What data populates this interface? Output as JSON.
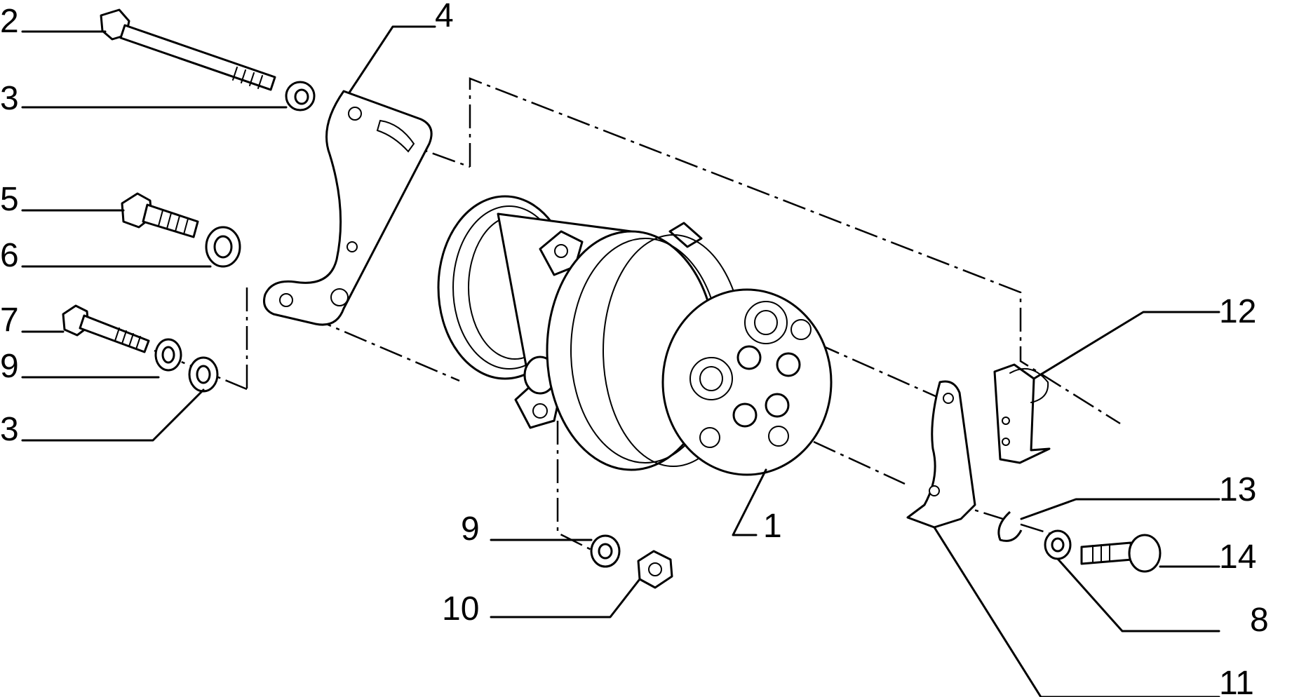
{
  "callouts": [
    {
      "id": "c2",
      "label": "2"
    },
    {
      "id": "c3a",
      "label": "3"
    },
    {
      "id": "c4",
      "label": "4"
    },
    {
      "id": "c5",
      "label": "5"
    },
    {
      "id": "c6",
      "label": "6"
    },
    {
      "id": "c7",
      "label": "7"
    },
    {
      "id": "c9a",
      "label": "9"
    },
    {
      "id": "c3b",
      "label": "3"
    },
    {
      "id": "c12",
      "label": "12"
    },
    {
      "id": "c13",
      "label": "13"
    },
    {
      "id": "c14",
      "label": "14"
    },
    {
      "id": "c8",
      "label": "8"
    },
    {
      "id": "c11",
      "label": "11"
    },
    {
      "id": "c1",
      "label": "1"
    },
    {
      "id": "c9b",
      "label": "9"
    },
    {
      "id": "c10",
      "label": "10"
    }
  ]
}
